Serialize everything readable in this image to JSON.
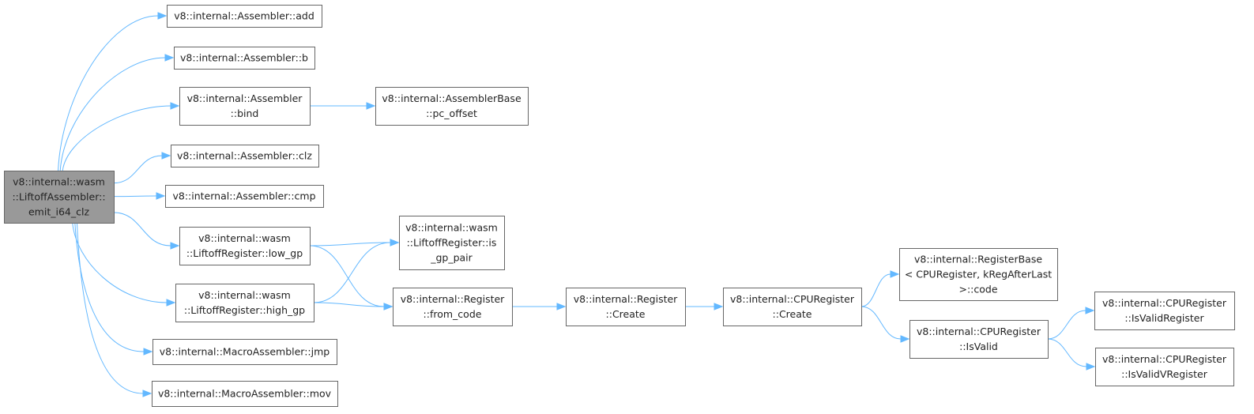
{
  "nodes": {
    "emit_i64_clz": [
      "v8::internal::wasm",
      "::LiftoffAssembler::",
      "emit_i64_clz"
    ],
    "asm_add": [
      "v8::internal::Assembler::add"
    ],
    "asm_b": [
      "v8::internal::Assembler::b"
    ],
    "asm_bind": [
      "v8::internal::Assembler",
      "::bind"
    ],
    "asmbase_pc_offset": [
      "v8::internal::AssemblerBase",
      "::pc_offset"
    ],
    "asm_clz": [
      "v8::internal::Assembler::clz"
    ],
    "asm_cmp": [
      "v8::internal::Assembler::cmp"
    ],
    "low_gp": [
      "v8::internal::wasm",
      "::LiftoffRegister::low_gp"
    ],
    "is_gp_pair": [
      "v8::internal::wasm",
      "::LiftoffRegister::is",
      "_gp_pair"
    ],
    "high_gp": [
      "v8::internal::wasm",
      "::LiftoffRegister::high_gp"
    ],
    "from_code": [
      "v8::internal::Register",
      "::from_code"
    ],
    "reg_create": [
      "v8::internal::Register",
      "::Create"
    ],
    "cpureg_create": [
      "v8::internal::CPURegister",
      "::Create"
    ],
    "regbase_code": [
      "v8::internal::RegisterBase",
      "< CPURegister, kRegAfterLast",
      ">::code"
    ],
    "cpureg_isvalid": [
      "v8::internal::CPURegister",
      "::IsValid"
    ],
    "is_valid_register": [
      "v8::internal::CPURegister",
      "::IsValidRegister"
    ],
    "is_valid_vregister": [
      "v8::internal::CPURegister",
      "::IsValidVRegister"
    ],
    "masm_jmp": [
      "v8::internal::MacroAssembler::jmp"
    ],
    "masm_mov": [
      "v8::internal::MacroAssembler::mov"
    ]
  },
  "edges": [
    [
      "emit_i64_clz",
      "asm_add"
    ],
    [
      "emit_i64_clz",
      "asm_b"
    ],
    [
      "emit_i64_clz",
      "asm_bind"
    ],
    [
      "emit_i64_clz",
      "asm_clz"
    ],
    [
      "emit_i64_clz",
      "asm_cmp"
    ],
    [
      "emit_i64_clz",
      "low_gp"
    ],
    [
      "emit_i64_clz",
      "high_gp"
    ],
    [
      "emit_i64_clz",
      "masm_jmp"
    ],
    [
      "emit_i64_clz",
      "masm_mov"
    ],
    [
      "asm_bind",
      "asmbase_pc_offset"
    ],
    [
      "low_gp",
      "is_gp_pair"
    ],
    [
      "low_gp",
      "from_code"
    ],
    [
      "high_gp",
      "is_gp_pair"
    ],
    [
      "high_gp",
      "from_code"
    ],
    [
      "from_code",
      "reg_create"
    ],
    [
      "reg_create",
      "cpureg_create"
    ],
    [
      "cpureg_create",
      "regbase_code"
    ],
    [
      "cpureg_create",
      "cpureg_isvalid"
    ],
    [
      "cpureg_isvalid",
      "is_valid_register"
    ],
    [
      "cpureg_isvalid",
      "is_valid_vregister"
    ]
  ],
  "colors": {
    "edge": "#63b8ff",
    "node_border": "#666666",
    "root_fill": "#999999"
  }
}
